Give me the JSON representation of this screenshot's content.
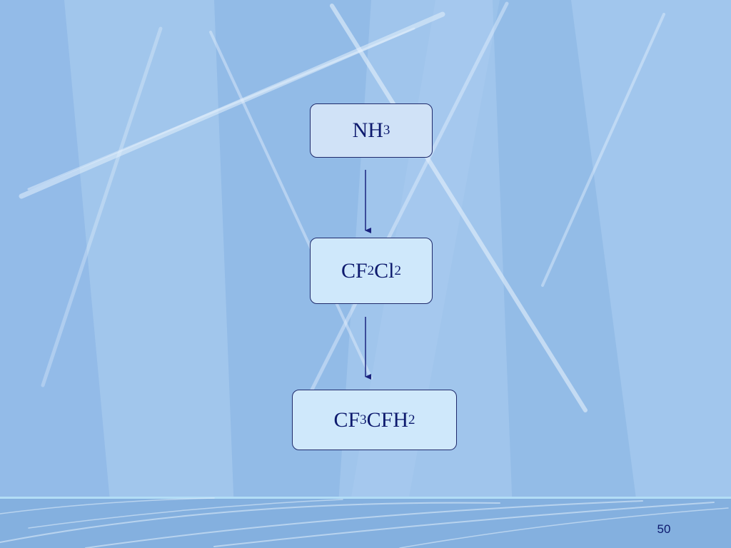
{
  "diagram": {
    "nodes": [
      {
        "id": "nh3",
        "base": [
          "N",
          "H"
        ],
        "subs": [
          "",
          "3"
        ]
      },
      {
        "id": "cf2cl2",
        "base": [
          "CF",
          "Cl"
        ],
        "subs": [
          "2",
          "2"
        ]
      },
      {
        "id": "cf3cfh2",
        "base": [
          "CF",
          "CFH"
        ],
        "subs": [
          "3",
          "2"
        ]
      }
    ],
    "edges": [
      {
        "from": "nh3",
        "to": "cf2cl2"
      },
      {
        "from": "cf2cl2",
        "to": "cf3cfh2"
      }
    ]
  },
  "slide": {
    "page_number": "50"
  },
  "colors": {
    "background": "#9dc3eb",
    "node_border": "#1f2a6b",
    "text": "#0d1a6e",
    "arrow": "#1a237e"
  }
}
